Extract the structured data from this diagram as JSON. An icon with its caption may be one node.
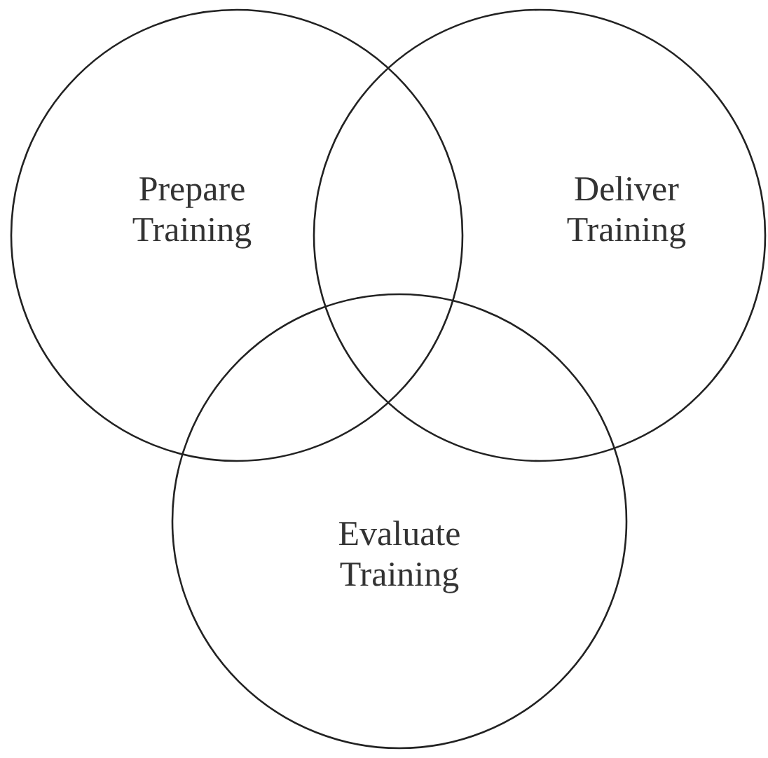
{
  "diagram": {
    "nodes": [
      {
        "text": [
          "Prepare Training"
        ]
      },
      {
        "text": [
          "Deliver Training"
        ]
      },
      {
        "text": [
          "Evaluate Training"
        ]
      }
    ]
  }
}
